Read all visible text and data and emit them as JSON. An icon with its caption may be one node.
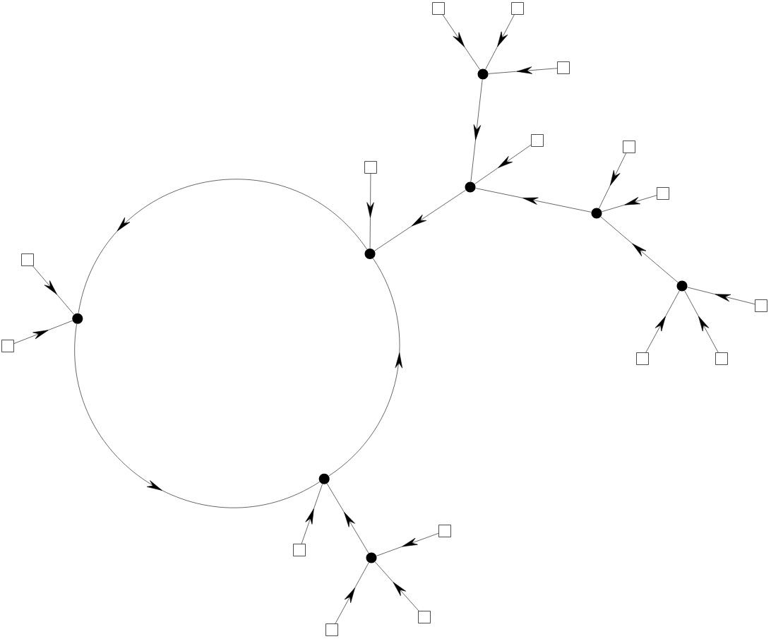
{
  "diagram": {
    "nodes": [
      {
        "text": [],
        "shape": "box"
      },
      {
        "text": [],
        "shape": "box"
      },
      {
        "text": [],
        "shape": "box"
      },
      {
        "text": [],
        "shape": "circle"
      },
      {
        "text": [],
        "shape": "box"
      },
      {
        "text": [],
        "shape": "box"
      },
      {
        "text": [],
        "shape": "box"
      },
      {
        "text": [],
        "shape": "circle"
      },
      {
        "text": [],
        "shape": "box"
      },
      {
        "text": [],
        "shape": "circle"
      },
      {
        "text": [],
        "shape": "circle"
      },
      {
        "text": [],
        "shape": "box"
      },
      {
        "text": [],
        "shape": "circle"
      },
      {
        "text": [],
        "shape": "box"
      },
      {
        "text": [],
        "shape": "circle"
      },
      {
        "text": [],
        "shape": "box"
      },
      {
        "text": [],
        "shape": "box"
      },
      {
        "text": [],
        "shape": "box"
      },
      {
        "text": [],
        "shape": "circle"
      },
      {
        "text": [],
        "shape": "box"
      },
      {
        "text": [],
        "shape": "box"
      },
      {
        "text": [],
        "shape": "circle"
      },
      {
        "text": [],
        "shape": "box"
      },
      {
        "text": [],
        "shape": "box"
      }
    ],
    "edges": [
      {
        "from": 10,
        "to": 14,
        "arrow": "to"
      },
      {
        "from": 14,
        "to": 18,
        "arrow": "to"
      },
      {
        "from": 18,
        "to": 10,
        "arrow": "to"
      },
      {
        "from": 6,
        "to": 10,
        "arrow": "to"
      },
      {
        "from": 7,
        "to": 10,
        "arrow": "to"
      },
      {
        "from": 3,
        "to": 7,
        "arrow": "to"
      },
      {
        "from": 0,
        "to": 3,
        "arrow": "to"
      },
      {
        "from": 1,
        "to": 3,
        "arrow": "to"
      },
      {
        "from": 2,
        "to": 3,
        "arrow": "to"
      },
      {
        "from": 4,
        "to": 7,
        "arrow": "to"
      },
      {
        "from": 9,
        "to": 7,
        "arrow": "to"
      },
      {
        "from": 5,
        "to": 9,
        "arrow": "to"
      },
      {
        "from": 8,
        "to": 9,
        "arrow": "to"
      },
      {
        "from": 12,
        "to": 9,
        "arrow": "to"
      },
      {
        "from": 13,
        "to": 12,
        "arrow": "to"
      },
      {
        "from": 16,
        "to": 12,
        "arrow": "to"
      },
      {
        "from": 17,
        "to": 12,
        "arrow": "to"
      },
      {
        "from": 11,
        "to": 14,
        "arrow": "to"
      },
      {
        "from": 15,
        "to": 14,
        "arrow": "to"
      },
      {
        "from": 20,
        "to": 18,
        "arrow": "to"
      },
      {
        "from": 21,
        "to": 18,
        "arrow": "to"
      },
      {
        "from": 19,
        "to": 21,
        "arrow": "to"
      },
      {
        "from": 23,
        "to": 21,
        "arrow": "to"
      },
      {
        "from": 22,
        "to": 21,
        "arrow": "to"
      }
    ]
  }
}
